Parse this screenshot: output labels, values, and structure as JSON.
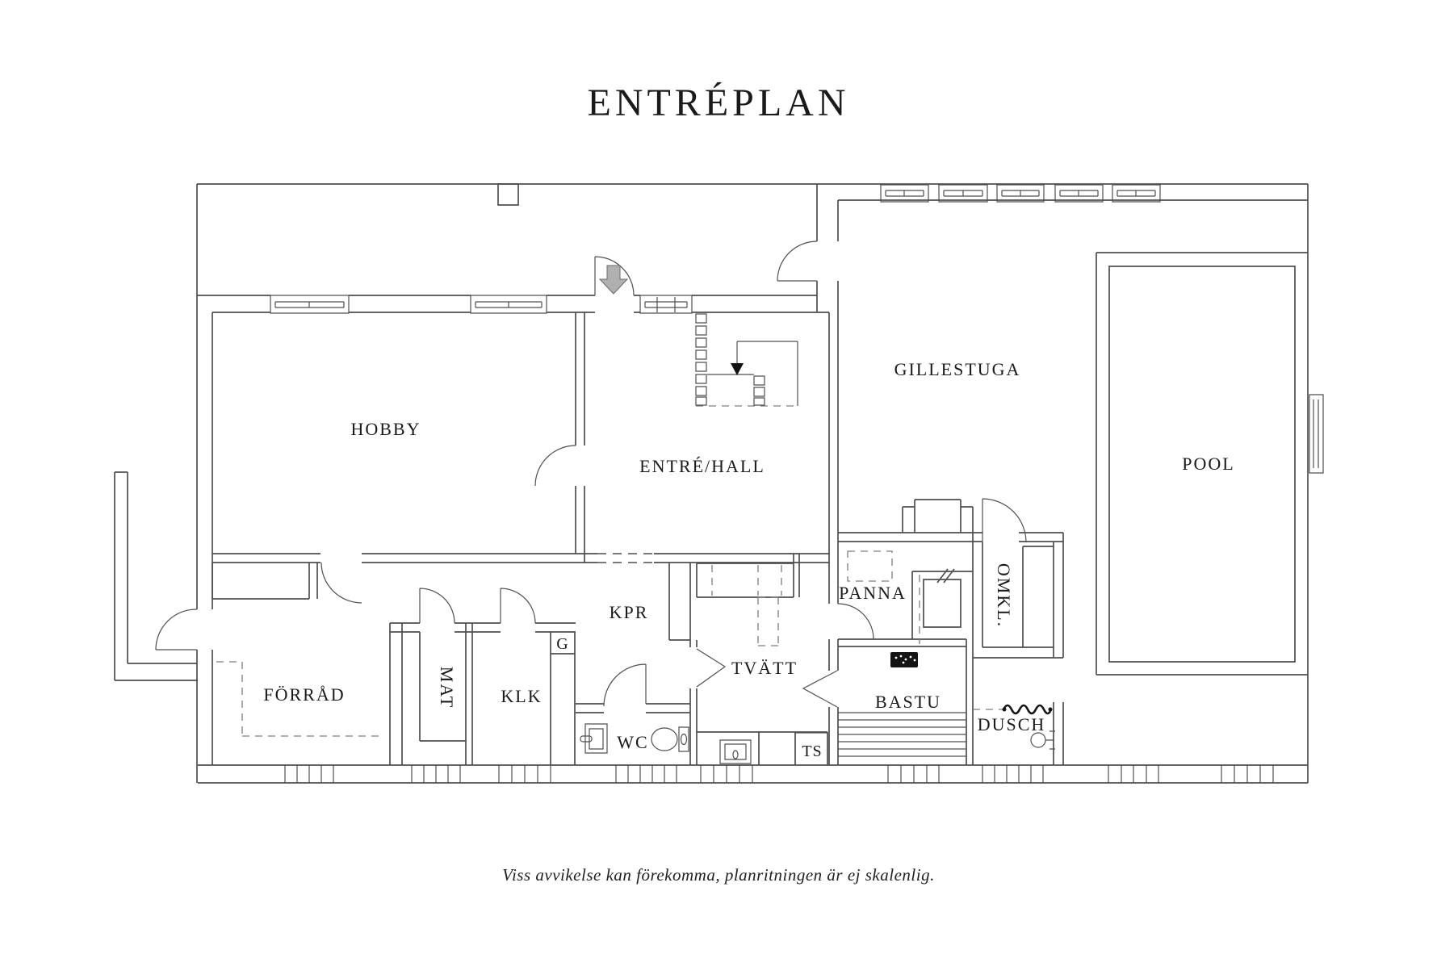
{
  "title": "ENTRÉPLAN",
  "disclaimer": "Viss avvikelse kan förekomma, planritningen är ej skalenlig.",
  "rooms": {
    "hobby": "HOBBY",
    "entre_hall": "ENTRÉ/HALL",
    "gillestuga": "GILLESTUGA",
    "pool": "POOL",
    "forrad": "FÖRRÅD",
    "mat": "MAT",
    "klk": "KLK",
    "kpr": "KPR",
    "garderob": "G",
    "wc": "WC",
    "tvatt": "TVÄTT",
    "ts": "TS",
    "panna": "PANNA",
    "bastu": "BASTU",
    "omkl": "OMKL.",
    "dusch": "DUSCH"
  },
  "colors": {
    "background": "#ffffff",
    "wall_line": "#4f4f4f",
    "text": "#1a1a1a",
    "entry_arrow_fill": "#b0b0b0",
    "heater_fill": "#141414",
    "dashed_line": "#7d7d7d"
  }
}
